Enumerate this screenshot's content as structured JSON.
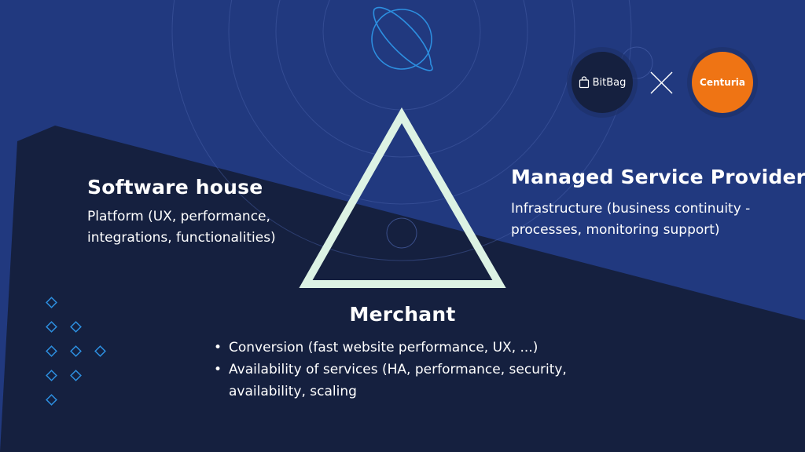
{
  "colors": {
    "background_upper": "#21397f",
    "background_lower": "#15203f",
    "triangle": "#dcf2e4",
    "accent_lines": "#2d8fe0",
    "centuria_orange": "#ef7414"
  },
  "logos": {
    "bitbag": {
      "name": "BitBag",
      "icon": "shopping-bag-icon"
    },
    "separator_icon": "x-icon",
    "centuria": {
      "name": "Centuria"
    }
  },
  "software_house": {
    "title": "Software house",
    "description": "Platform (UX, performance, integrations, functionalities)"
  },
  "managed_service_provider": {
    "title": "Managed Service Provider",
    "description": "Infrastructure (business continuity -processes, monitoring support)"
  },
  "merchant": {
    "title": "Merchant",
    "bullets": [
      "Conversion (fast website performance, UX, ...)",
      "Availability of services (HA, performance, security, availability, scaling"
    ]
  }
}
